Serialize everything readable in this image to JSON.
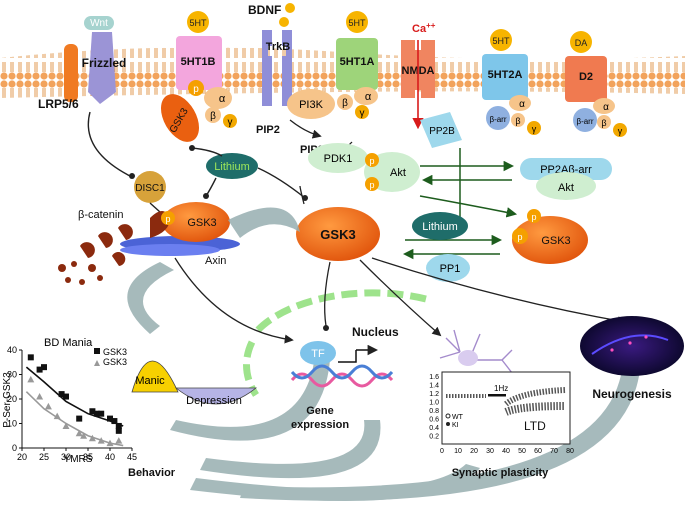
{
  "membrane": {
    "receptors": {
      "wnt": "Wnt",
      "frizzled": "Frizzled",
      "lrp": "LRP5/6",
      "ht1b_ligand": "5HT",
      "ht1b": "5HT1B",
      "bdnf": "BDNF",
      "trkb": "TrkB",
      "ht1a_ligand": "5HT",
      "ht1a": "5HT1A",
      "ca": "Ca",
      "ca_sup": "++",
      "nmda": "NMDA",
      "ht2a_ligand": "5HT",
      "ht2a": "5HT2A",
      "da": "DA",
      "d2": "D2"
    },
    "gproteins": {
      "alpha": "α",
      "beta": "β",
      "gamma": "γ",
      "barr": "β-arr"
    }
  },
  "signaling": {
    "gsk3_small": "GSK3",
    "gsk3_main": "GSK3",
    "p": "p",
    "pi3k": "PI3K",
    "pip2": "PIP2",
    "pip3": "PIP3",
    "pdk1": "PDK1",
    "akt": "Akt",
    "pp2b": "PP2B",
    "pp2a_barr": "PP2Aβ-arr",
    "pp1": "PP1",
    "lithium": "Lithium",
    "disc1": "DISC1",
    "beta_catenin": "β-catenin",
    "axin": "Axin"
  },
  "nucleus": {
    "label": "Nucleus",
    "tf": "TF",
    "gene": "Gene",
    "expression": "expression"
  },
  "plasticity": {
    "stim": "1Hz",
    "legend_wt": "WT",
    "legend_ki": "KI",
    "ltd": "LTD",
    "caption": "Synaptic plasticity",
    "yticks": [
      "0.2",
      "0.4",
      "0.6",
      "0.8",
      "1.0",
      "1.2",
      "1.4",
      "1.6"
    ],
    "xticks": [
      "0",
      "10",
      "20",
      "30",
      "40",
      "50",
      "60",
      "70",
      "80"
    ]
  },
  "neurogenesis": {
    "label": "Neurogenesis"
  },
  "behavior": {
    "label": "Behavior",
    "manic": "Manic",
    "depression": "Depression"
  },
  "chart_data": {
    "type": "scatter",
    "title": "BD Mania",
    "xlabel": "YMRS",
    "ylabel": "P-Ser-GSK3",
    "xlim": [
      20,
      45
    ],
    "ylim": [
      0,
      40
    ],
    "xticks": [
      20,
      25,
      30,
      35,
      40,
      45
    ],
    "yticks": [
      0,
      10,
      20,
      30,
      40
    ],
    "series": [
      {
        "name": "GSK3",
        "marker": "square",
        "color": "#111111",
        "points": [
          [
            22,
            37
          ],
          [
            24,
            32
          ],
          [
            25,
            33
          ],
          [
            29,
            22
          ],
          [
            30,
            21
          ],
          [
            33,
            12
          ],
          [
            36,
            15
          ],
          [
            37,
            14
          ],
          [
            38,
            14
          ],
          [
            40,
            12
          ],
          [
            41,
            11
          ],
          [
            42,
            9
          ],
          [
            42,
            7
          ]
        ],
        "fit": [
          [
            21,
            33
          ],
          [
            25,
            27
          ],
          [
            30,
            19
          ],
          [
            35,
            14
          ],
          [
            40,
            11
          ],
          [
            43,
            9
          ]
        ]
      },
      {
        "name": "GSK3",
        "marker": "triangle",
        "color": "#999999",
        "points": [
          [
            22,
            28
          ],
          [
            24,
            21
          ],
          [
            26,
            17
          ],
          [
            28,
            13
          ],
          [
            30,
            9
          ],
          [
            33,
            6
          ],
          [
            34,
            5
          ],
          [
            36,
            4
          ],
          [
            38,
            3
          ],
          [
            40,
            2
          ],
          [
            42,
            3
          ]
        ],
        "fit": [
          [
            21,
            23
          ],
          [
            25,
            16
          ],
          [
            30,
            10
          ],
          [
            35,
            5
          ],
          [
            40,
            2
          ],
          [
            43,
            1
          ]
        ]
      }
    ]
  }
}
